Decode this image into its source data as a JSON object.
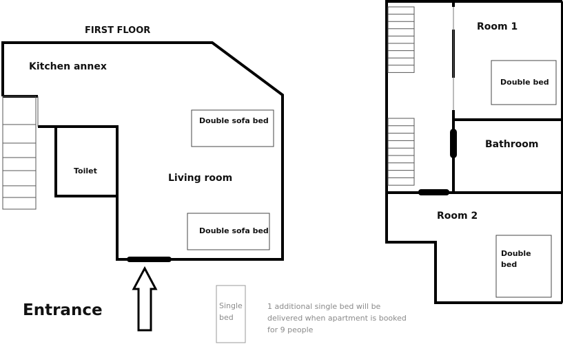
{
  "first_floor": {
    "title": "FIRST FLOOR",
    "kitchen": "Kitchen annex",
    "toilet": "Toilet",
    "living_room": "Living room",
    "sofa_bed_1": "Double sofa bed",
    "sofa_bed_2": "Double sofa bed",
    "entrance": "Entrance"
  },
  "upper_floor": {
    "room1": "Room 1",
    "room1_bed": "Double bed",
    "bathroom": "Bathroom",
    "room2": "Room 2",
    "room2_bed_line1": "Double",
    "room2_bed_line2": "bed"
  },
  "extra": {
    "single_bed_line1": "Single",
    "single_bed_line2": "bed",
    "note_line1": "1 additional single bed will be",
    "note_line2": "delivered when apartment is booked",
    "note_line3": "for 9 people"
  }
}
